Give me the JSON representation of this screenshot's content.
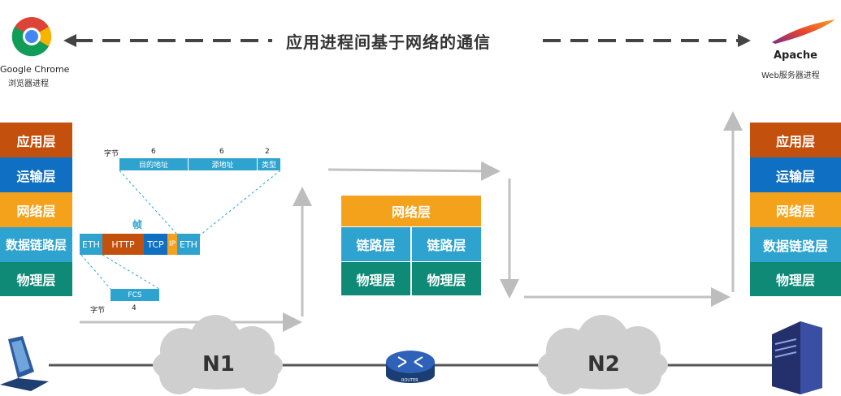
{
  "header": {
    "title": "应用进程间基于网络的通信",
    "client_name": "Google Chrome",
    "client_sub": "浏览器进程",
    "server_name": "Apache",
    "server_sub": "Web服务器进程"
  },
  "left_stack": [
    "应用层",
    "运输层",
    "网络层",
    "数据链路层",
    "物理层"
  ],
  "right_stack": [
    "应用层",
    "运输层",
    "网络层",
    "数据链路层",
    "物理层"
  ],
  "router_stack": {
    "network": "网络层",
    "link_left": "链路层",
    "link_right": "链路层",
    "phy_left": "物理层",
    "phy_right": "物理层"
  },
  "frame": {
    "label": "帧",
    "header_unit": "字节",
    "header_sizes": [
      "6",
      "6",
      "2"
    ],
    "header_fields": [
      "目的地址",
      "源地址",
      "类型"
    ],
    "segments": [
      "ETH",
      "HTTP",
      "TCP",
      "IP",
      "ETH"
    ],
    "trailer_field": "FCS",
    "trailer_unit": "字节",
    "trailer_size": "4"
  },
  "network": {
    "n1": "N1",
    "n2": "N2",
    "router": "ROUTER"
  },
  "colors": {
    "application": "#c4500e",
    "transport": "#0f6fc2",
    "network": "#f4a21c",
    "link": "#2ea3cf",
    "physical": "#0e8a76"
  },
  "icons": [
    "chrome-logo-icon",
    "apache-feather-icon",
    "laptop-icon",
    "router-icon",
    "server-icon",
    "cloud-icon"
  ]
}
